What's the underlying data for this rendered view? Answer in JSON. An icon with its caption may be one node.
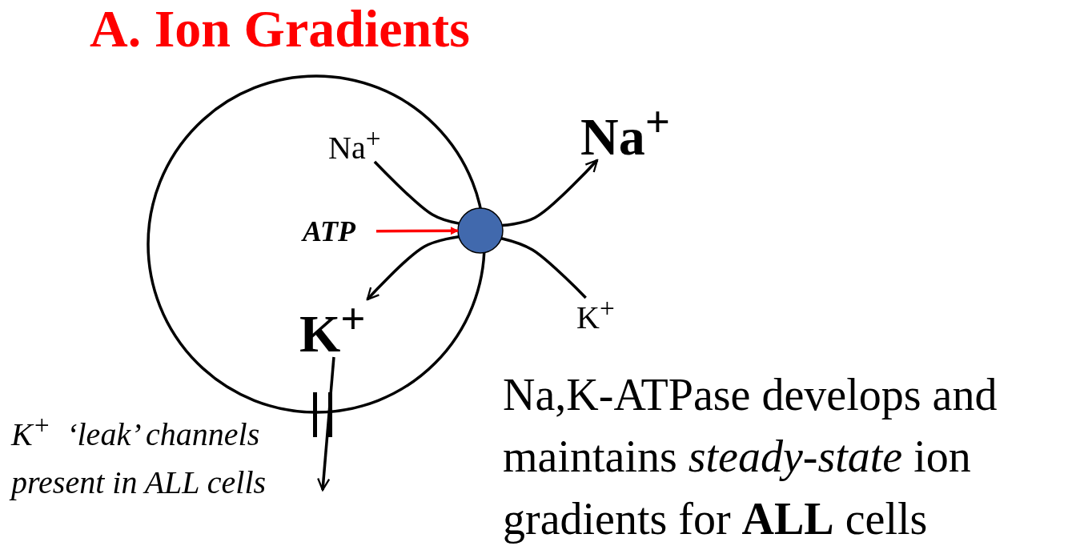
{
  "diagram": {
    "title": "A. Ion Gradients",
    "nodes": [
      {
        "text": [],
        "shape": "circle"
      },
      {
        "text": [],
        "shape": "circle"
      },
      {
        "text": [
          "Na$^{+}$"
        ],
        "in": 0
      },
      {
        "text": [
          "Na$^{+}$"
        ]
      },
      {
        "text": [
          "K$^{+}$"
        ],
        "in": 0
      },
      {
        "text": [
          "K$^{+}$"
        ]
      },
      {
        "text": [
          "ATP"
        ],
        "in": 0
      }
    ],
    "edges": [
      {
        "from": 2,
        "to": 1,
        "arrow": "none"
      },
      {
        "from": 1,
        "to": 3,
        "arrow": "to"
      },
      {
        "from": 5,
        "to": 1,
        "arrow": "none"
      },
      {
        "from": 1,
        "to": 4,
        "arrow": "to"
      },
      {
        "from": 6,
        "to": 1,
        "arrow": "to",
        "color": "#ff0000"
      },
      {
        "from": 4,
        "to": null,
        "arrow": "to"
      }
    ],
    "labels": [
      "K$^{+}$  ‘leak’ channels present in ALL cells",
      "Na,K-ATPase develops and maintains *steady-state* ion gradients for **ALL** cells"
    ]
  }
}
